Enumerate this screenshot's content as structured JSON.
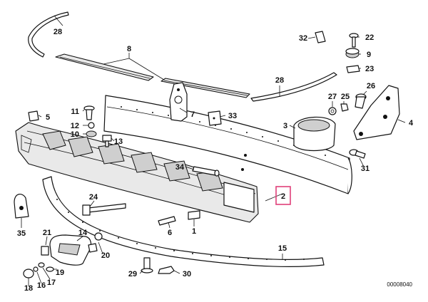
{
  "diagram": {
    "drawing_code": "00008040",
    "highlight_color": "#e0407a",
    "highlighted_callout": "2",
    "callouts": {
      "c28a": "28",
      "c8": "8",
      "c32": "32",
      "c22": "22",
      "c9": "9",
      "c23": "23",
      "c28b": "28",
      "c27": "27",
      "c25": "25",
      "c26": "26",
      "c7": "7",
      "c33": "33",
      "c5": "5",
      "c11": "11",
      "c12": "12",
      "c10": "10",
      "c13": "13",
      "c3": "3",
      "c4": "4",
      "c34": "34",
      "c31": "31",
      "c2": "2",
      "c24": "24",
      "c35": "35",
      "c6": "6",
      "c1": "1",
      "c21": "21",
      "c14": "14",
      "c20": "20",
      "c19": "19",
      "c17": "17",
      "c16": "16",
      "c18": "18",
      "c15": "15",
      "c29": "29",
      "c30": "30"
    }
  }
}
